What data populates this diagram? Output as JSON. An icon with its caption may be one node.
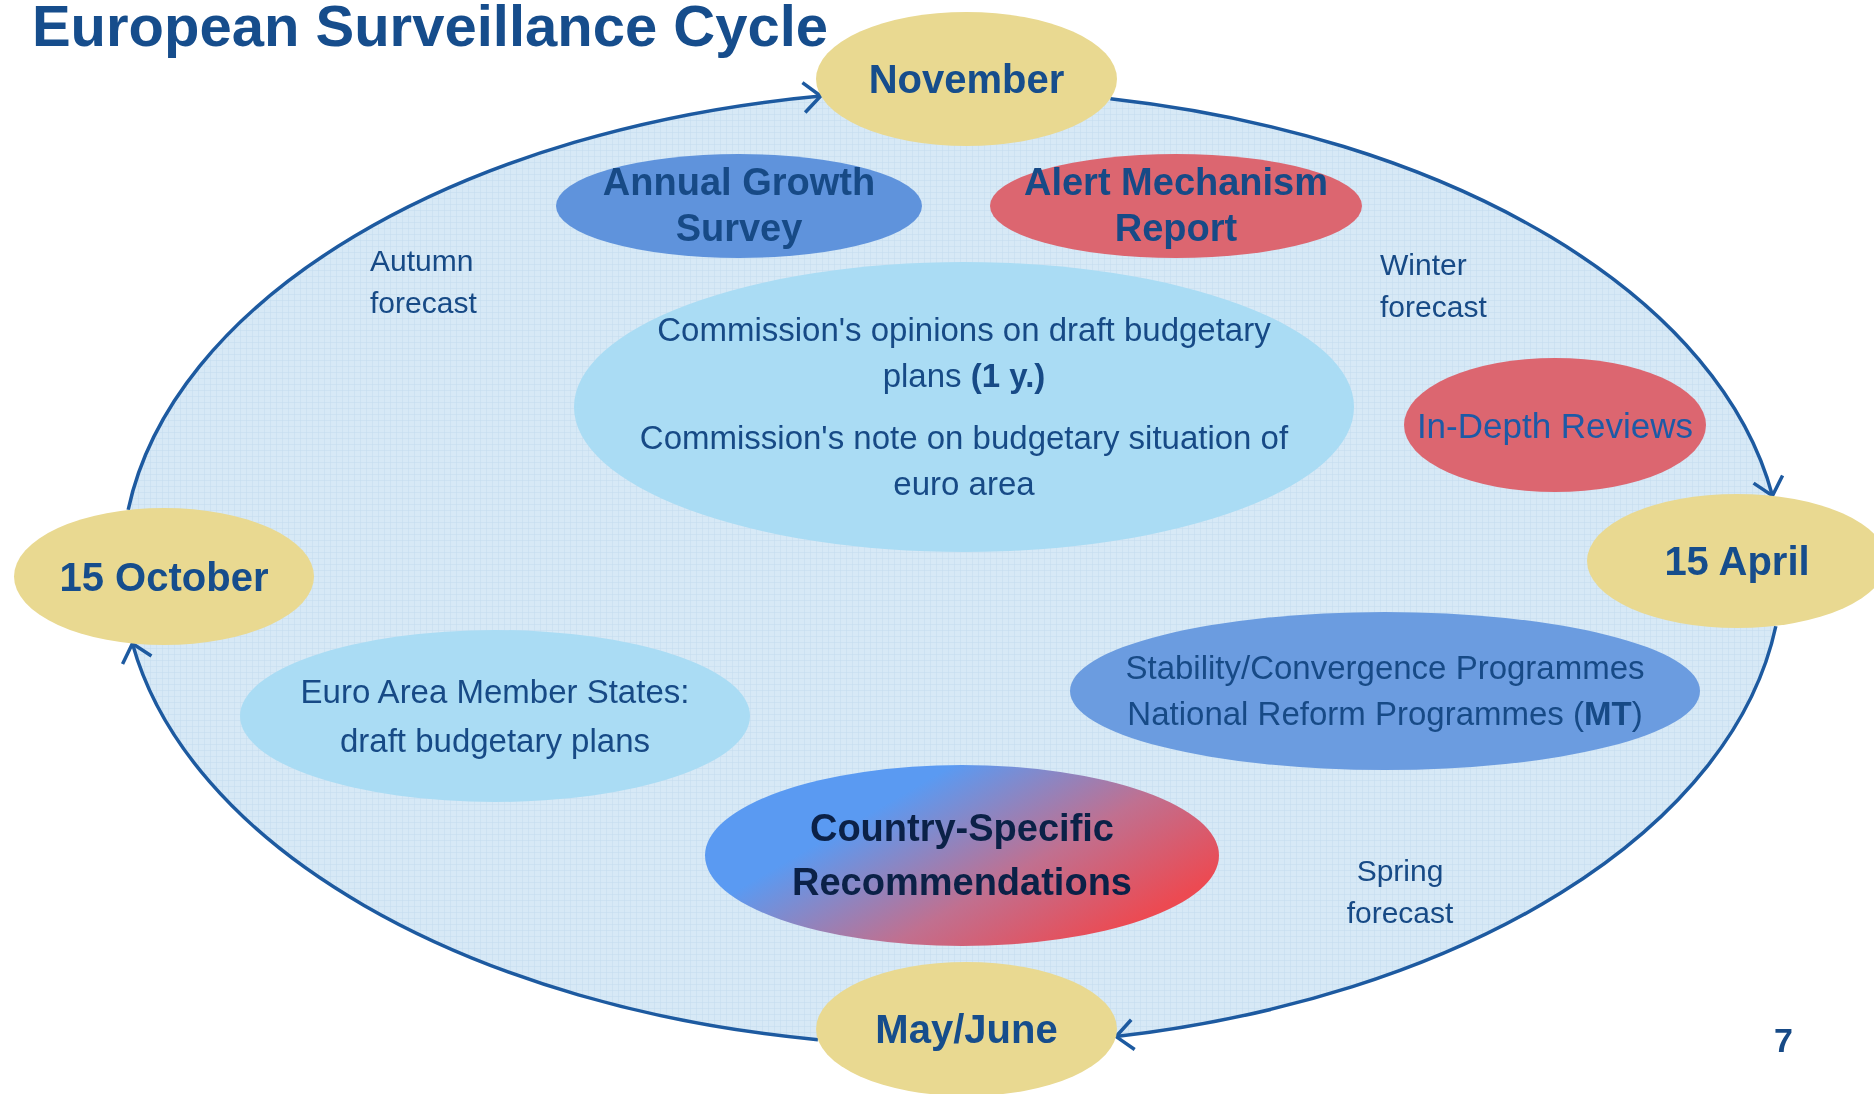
{
  "diagram": {
    "title": "European Surveillance Cycle",
    "nodes": [
      {
        "text": [
          "November"
        ]
      },
      {
        "text": [
          "15 April"
        ]
      },
      {
        "text": [
          "May/June"
        ]
      },
      {
        "text": [
          "15 October"
        ]
      },
      {
        "text": [
          "Annual Growth Survey"
        ]
      },
      {
        "text": [
          "Alert Mechanism Report"
        ]
      },
      {
        "text": [
          "Commission's opinions on draft budgetary plans **(1 y.)**",
          "Commission's note on budgetary situation of euro area"
        ]
      },
      {
        "text": [
          "In-Depth Reviews"
        ]
      },
      {
        "text": [
          "Euro Area Member States: draft budgetary plans"
        ]
      },
      {
        "text": [
          "Stability/Convergence Programmes",
          "National Reform Programmes (**MT**)"
        ]
      },
      {
        "text": [
          "Country-Specific Recommendations"
        ]
      }
    ],
    "edges": [
      {
        "from": 0,
        "to": 1,
        "arrow": "to"
      },
      {
        "from": 1,
        "to": 2,
        "arrow": "to"
      },
      {
        "from": 2,
        "to": 3,
        "arrow": "to"
      },
      {
        "from": 3,
        "to": 0,
        "arrow": "to"
      }
    ],
    "labels": [
      "Autumn forecast",
      "Winter forecast",
      "Spring forecast",
      "7"
    ]
  }
}
